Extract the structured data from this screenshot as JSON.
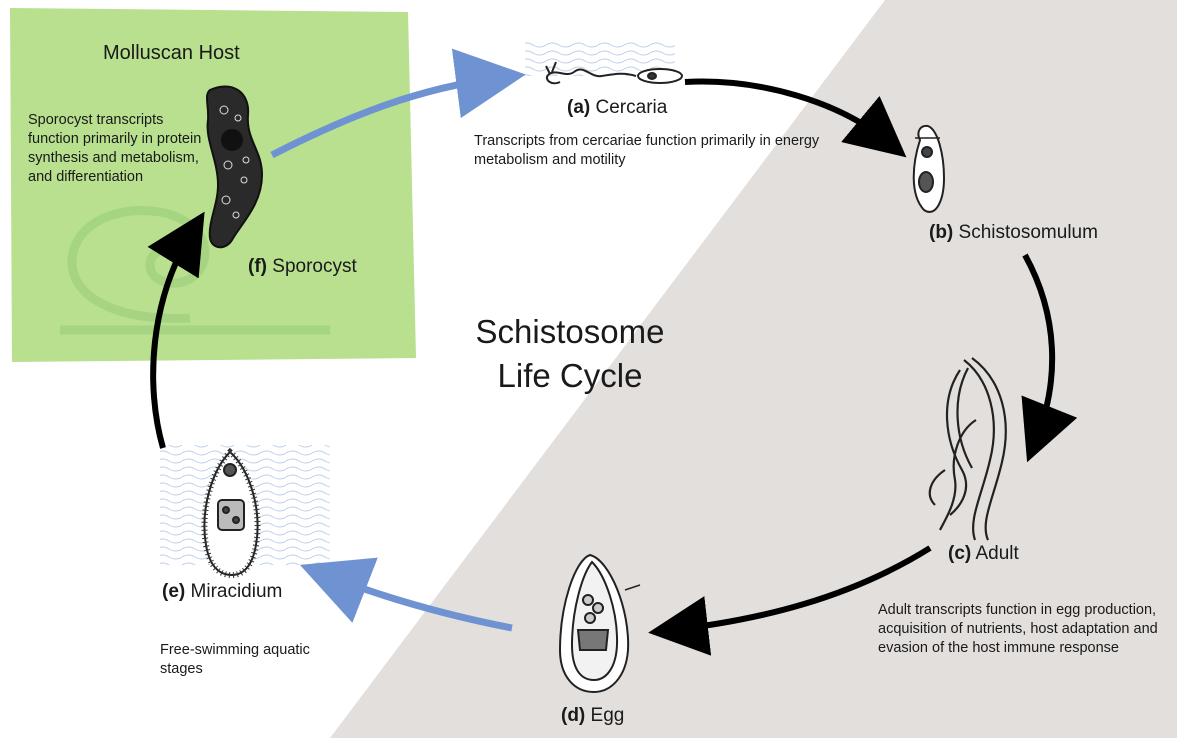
{
  "colors": {
    "host_panel": "#b8e08f",
    "gray_panel": "#e3dfdd",
    "black_arrow": "#000000",
    "blue_arrow": "#6f93d2"
  },
  "title_line1": "Schistosome",
  "title_line2": "Life Cycle",
  "host": {
    "title": "Molluscan Host",
    "note": "Sporocyst transcripts function primarily in protein synthesis and metabolism, and differentiation"
  },
  "stages": {
    "a": {
      "letter": "(a)",
      "name": "Cercaria",
      "icon": "cercaria-drawing"
    },
    "b": {
      "letter": "(b)",
      "name": "Schistosomulum",
      "icon": "schistosomulum-drawing"
    },
    "c": {
      "letter": "(c)",
      "name": "Adult",
      "icon": "adult-worms-drawing"
    },
    "d": {
      "letter": "(d)",
      "name": "Egg",
      "icon": "egg-drawing"
    },
    "e": {
      "letter": "(e)",
      "name": "Miracidium",
      "icon": "miracidium-drawing"
    },
    "f": {
      "letter": "(f)",
      "name": "Sporocyst",
      "icon": "sporocyst-drawing"
    }
  },
  "notes": {
    "cercaria": "Transcripts from cercariae function primarily in energy metabolism and motility",
    "adult": "Adult transcripts function in egg production, acquisition of nutrients, host adaptation and evasion of the host immune response",
    "free_swimming": "Free-swimming aquatic stages"
  }
}
